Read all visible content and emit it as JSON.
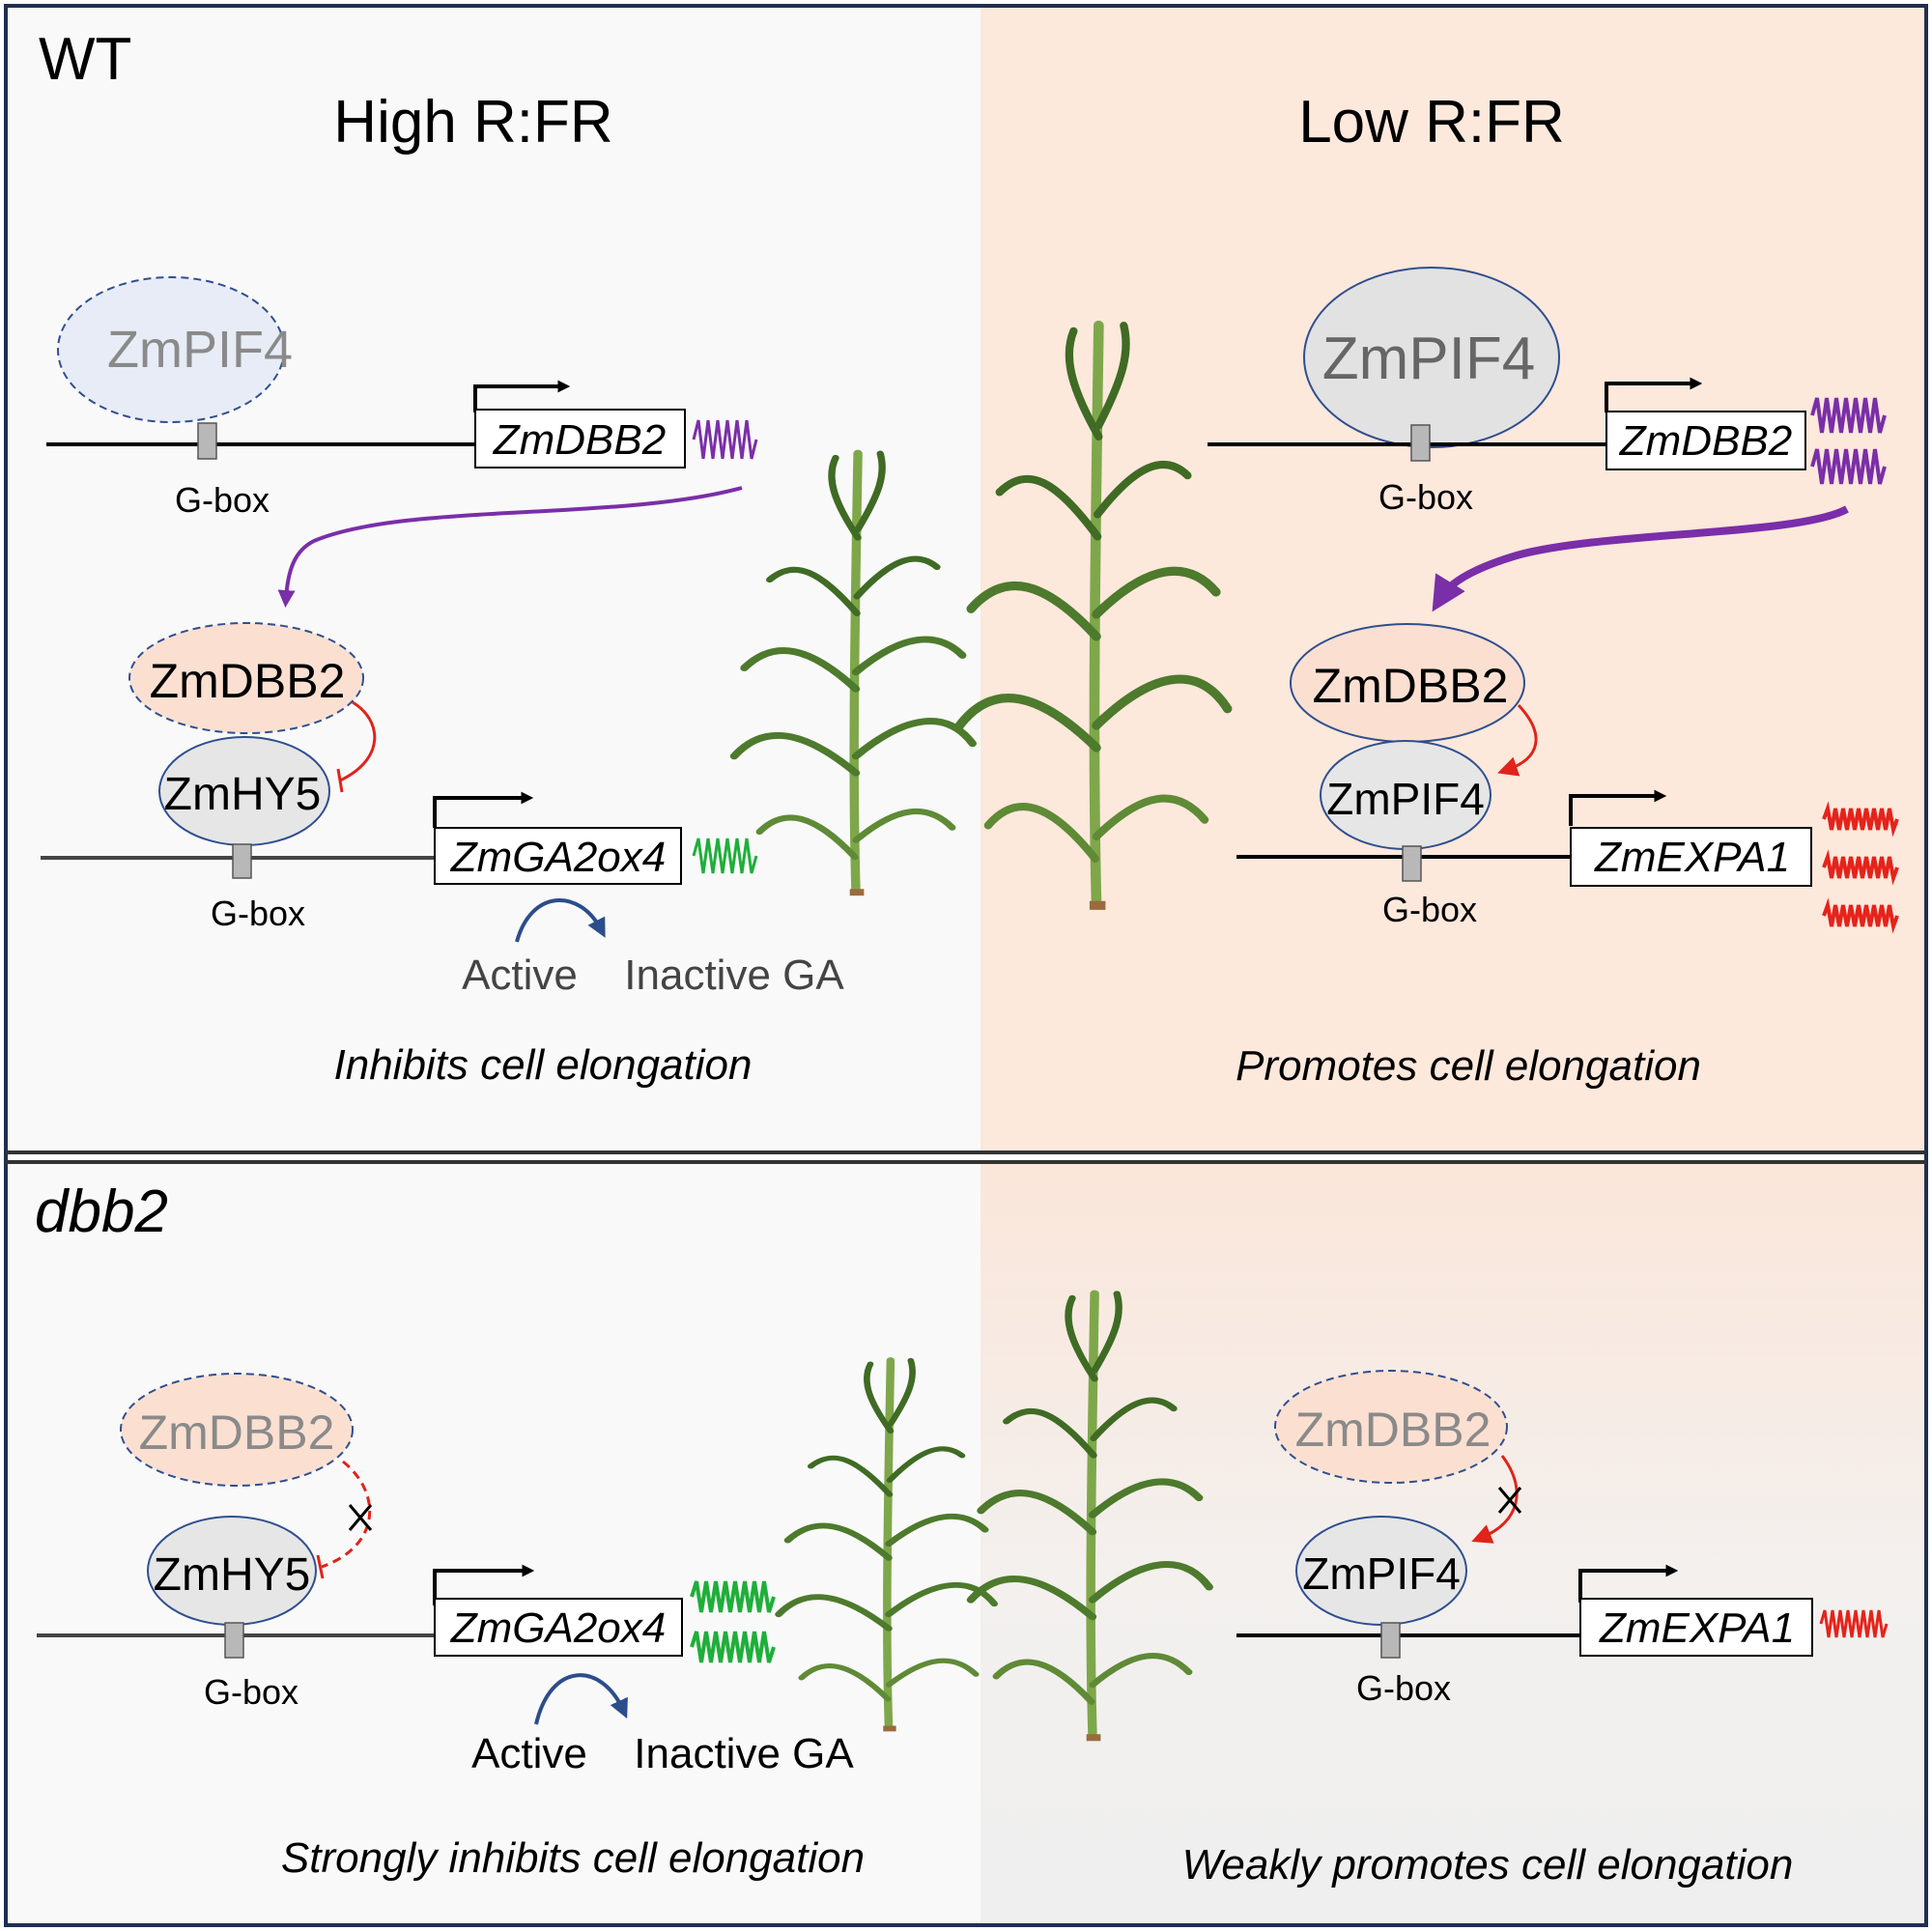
{
  "colors": {
    "frame": "#1f2f4f",
    "left_bg": "#f9f9f9",
    "right_bg_top": "#fde8dc",
    "right_bg_bottom": "#f1f1f1",
    "pif4_fill_dim": "#e7ecf6",
    "pif4_fill": "#e2e2e2",
    "dbb2_fill": "#fbe0d2",
    "hy5_fill": "#e6e6e6",
    "ellipse_stroke": "#2f4f8f",
    "gbox_fill": "#b8b8b8",
    "dbb2_transcript": "#7a2ea8",
    "ga2ox4_transcript": "#1fae3a",
    "expa1_transcript": "#e5231b",
    "inhibit": "#e0231b",
    "promote": "#e0231b",
    "ga_arrow": "#2c4d8c",
    "plant_stem": "#7ea74a",
    "plant_leaf": "#4d7a2c",
    "plant_leaf_light": "#9cbf6a"
  },
  "wt": {
    "label": "WT",
    "high_header": "High R:FR",
    "low_header": "Low R:FR",
    "high": {
      "pif4": "ZmPIF4",
      "dbb2_gene": "ZmDBB2",
      "gbox1": "G-box",
      "dbb2": "ZmDBB2",
      "hy5": "ZmHY5",
      "ga2ox4_gene": "ZmGA2ox4",
      "gbox2": "G-box",
      "active": "Active",
      "inactive": "Inactive GA",
      "outcome": "Inhibits cell elongation"
    },
    "low": {
      "pif4": "ZmPIF4",
      "dbb2_gene": "ZmDBB2",
      "gbox1": "G-box",
      "dbb2": "ZmDBB2",
      "pif4_b": "ZmPIF4",
      "expa1_gene": "ZmEXPA1",
      "gbox2": "G-box",
      "outcome": "Promotes cell elongation"
    }
  },
  "dbb2": {
    "label": "dbb2",
    "high": {
      "dbb2": "ZmDBB2",
      "hy5": "ZmHY5",
      "ga2ox4_gene": "ZmGA2ox4",
      "gbox": "G-box",
      "active": "Active",
      "inactive": "Inactive GA",
      "outcome": "Strongly inhibits cell elongation"
    },
    "low": {
      "dbb2": "ZmDBB2",
      "pif4": "ZmPIF4",
      "expa1_gene": "ZmEXPA1",
      "gbox": "G-box",
      "outcome": "Weakly promotes cell elongation"
    }
  }
}
